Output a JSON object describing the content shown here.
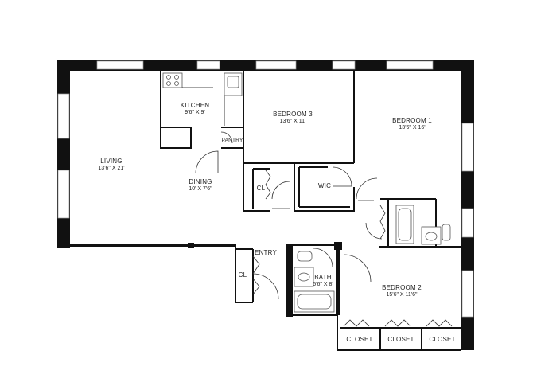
{
  "rooms": {
    "living": {
      "name": "LIVING",
      "dims": "13'6\" X 21'"
    },
    "kitchen": {
      "name": "KITCHEN",
      "dims": "9'6\" X 9'"
    },
    "pantry": {
      "name": "PANTRY"
    },
    "dining": {
      "name": "DINING",
      "dims": "10' X 7'6\""
    },
    "bedroom3": {
      "name": "BEDROOM 3",
      "dims": "13'6\" X 11'"
    },
    "bedroom1": {
      "name": "BEDROOM 1",
      "dims": "13'6\" X 16'"
    },
    "cl_left": {
      "name": "CL"
    },
    "wic": {
      "name": "WIC"
    },
    "entry": {
      "name": "ENTRY"
    },
    "cl_entry": {
      "name": "CL"
    },
    "bath": {
      "name": "BATH",
      "dims": "5'6\" X 8'"
    },
    "bedroom2": {
      "name": "BEDROOM 2",
      "dims": "15'6\" X 11'6\""
    },
    "closets": [
      {
        "name": "CLOSET"
      },
      {
        "name": "CLOSET"
      },
      {
        "name": "CLOSET"
      }
    ]
  }
}
